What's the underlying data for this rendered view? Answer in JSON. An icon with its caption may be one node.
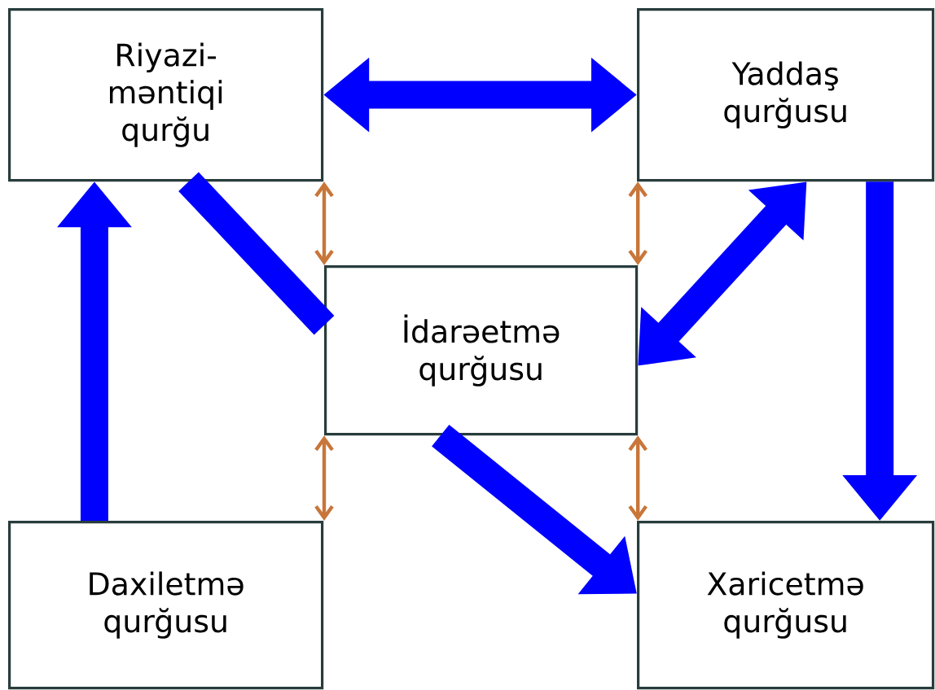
{
  "diagram": {
    "nodes": [
      {
        "text": [
          "Riyazi- məntiqi qurğu"
        ]
      },
      {
        "text": [
          "Yaddaş qurğusu"
        ]
      },
      {
        "text": [
          "İdarəetmə qurğusu"
        ]
      },
      {
        "text": [
          "Daxiletmə qurğusu"
        ]
      },
      {
        "text": [
          "Xaricetmə qurğusu"
        ]
      }
    ],
    "edges": [
      {
        "from": 0,
        "to": 1,
        "arrow": "both"
      },
      {
        "from": 0,
        "to": 2,
        "arrow": "none"
      },
      {
        "from": 1,
        "to": 2,
        "arrow": "both"
      },
      {
        "from": 1,
        "to": 4,
        "arrow": "to"
      },
      {
        "from": 2,
        "to": 4,
        "arrow": "to"
      },
      {
        "from": 3,
        "to": 0,
        "arrow": "to"
      },
      {
        "from": 0,
        "to": 2,
        "arrow": "both",
        "color": "#c8763a"
      },
      {
        "from": 1,
        "to": 2,
        "arrow": "both",
        "color": "#c8763a"
      },
      {
        "from": 2,
        "to": 3,
        "arrow": "both",
        "color": "#c8763a"
      },
      {
        "from": 2,
        "to": 4,
        "arrow": "both",
        "color": "#c8763a"
      }
    ]
  }
}
